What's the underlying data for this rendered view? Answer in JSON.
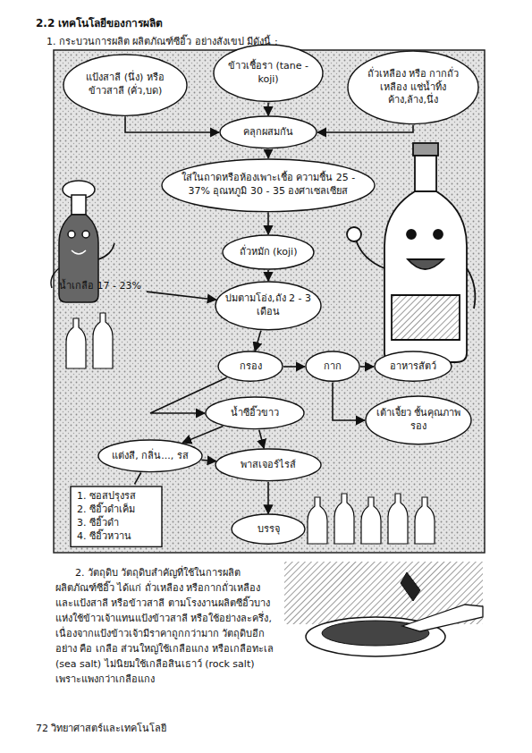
{
  "diagram": {
    "title": "2.2 เทคโนโลยีของการผลิต",
    "nodes": [
      {
        "text": [
          "แป้งสาลี (นึ่ง) หรือ ข้าวสาลี (คั่ว,บด)"
        ]
      },
      {
        "text": [
          "ข้าวเชื้อรา (tane - koji)"
        ]
      },
      {
        "text": [
          "ถั่วเหลือง หรือ กากถั่วเหลือง แช่น้ำทิ้งค้าง,ล้าง,นึ่ง"
        ]
      },
      {
        "text": [
          "คลุกผสมกัน"
        ]
      },
      {
        "text": [
          "ใส่ในถาดหรือห้องเพาะเชื้อ ความชื้น 25 - 37% อุณหภูมิ 30 - 35 องศาเซลเซียส"
        ]
      },
      {
        "text": [
          "ถั่วหมัก (koji)"
        ]
      },
      {
        "text": [
          "น้ำเกลือ 17 - 23%"
        ]
      },
      {
        "text": [
          "บ่มตามโอ่ง,ถัง 2 - 3 เดือน"
        ]
      },
      {
        "text": [
          "กรอง"
        ]
      },
      {
        "text": [
          "กาก"
        ]
      },
      {
        "text": [
          "อาหารสัตว์"
        ]
      },
      {
        "text": [
          "เต้าเจี้ยว ชั้นคุณภาพรอง"
        ]
      },
      {
        "text": [
          "น้ำซีอิ๊วขาว"
        ]
      },
      {
        "text": [
          "แต่งสี, กลิ่น..., รส"
        ]
      },
      {
        "text": [
          "พาสเจอร์ไรส์"
        ]
      },
      {
        "text": [
          "1. ซอสปรุงรส",
          "2. ซีอิ๊วดำเค็ม",
          "3. ซีอิ๊วดำ",
          "4. ซีอิ๊วหวาน"
        ]
      },
      {
        "text": [
          "บรรจุ"
        ]
      }
    ],
    "edges": [
      {
        "from": 0,
        "to": 3,
        "arrow": "to"
      },
      {
        "from": 1,
        "to": 3,
        "arrow": "to"
      },
      {
        "from": 2,
        "to": 3,
        "arrow": "to"
      },
      {
        "from": 3,
        "to": 4,
        "arrow": "to"
      },
      {
        "from": 4,
        "to": 5,
        "arrow": "to"
      },
      {
        "from": 5,
        "to": 7,
        "arrow": "to"
      },
      {
        "from": 6,
        "to": 7,
        "arrow": "to"
      },
      {
        "from": 7,
        "to": 8,
        "arrow": "to"
      },
      {
        "from": 8,
        "to": 9,
        "arrow": "to"
      },
      {
        "from": 9,
        "to": 10,
        "arrow": "to"
      },
      {
        "from": 9,
        "to": 11,
        "arrow": "to"
      },
      {
        "from": 8,
        "to": 12,
        "arrow": "to"
      },
      {
        "from": 12,
        "to": 13,
        "arrow": "to"
      },
      {
        "from": 12,
        "to": 14,
        "arrow": "to"
      },
      {
        "from": 13,
        "to": 14,
        "arrow": "to"
      },
      {
        "from": 15,
        "to": 13,
        "arrow": "none"
      },
      {
        "from": 14,
        "to": 16,
        "arrow": "to"
      }
    ],
    "labels": [
      "1. กระบวนการผลิต ผลิตภัณฑ์ซีอิ๊ว อย่างสังเขป มีดังนี้ :",
      "2. วัตถุดิบ วัตถุดิบสำคัญที่ใช้ในการผลิตผลิตภัณฑ์ซีอิ๊ว ได้แก่ ถั่วเหลือง หรือกากถั่วเหลืองและแป้งสาลี หรือข้าวสาลี ตามโรงงานผลิตซีอิ๊วบางแห่งใช้ข้าวเจ้าแทนแป้งข้าวสาลี หรือใช้อย่างละครึ่ง, เนื่องจากแป้งข้าวเจ้ามีราคาถูกกว่ามาก วัตถุดิบอีกอย่าง คือ เกลือ ส่วนใหญ่ใช้เกลือแกง หรือเกลือทะเล (sea salt) ไม่นิยมใช้เกลือสินเธาว์ (rock salt) เพราะแพงกว่าเกลือแกง",
      "72 วิทยาศาสตร์และเทคโนโลยี"
    ]
  }
}
